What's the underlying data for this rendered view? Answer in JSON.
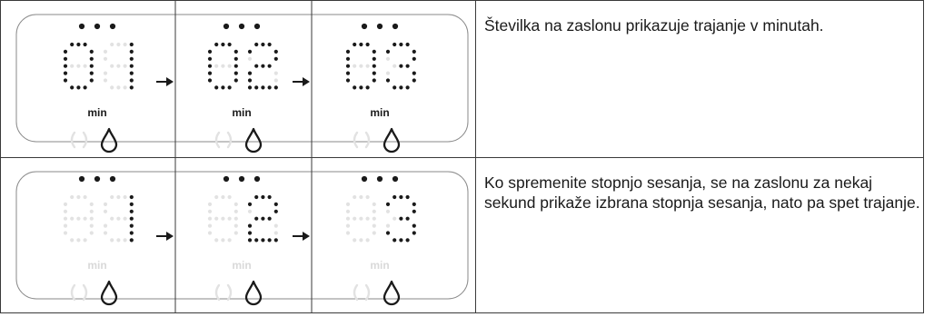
{
  "colors": {
    "dot_on": "#1a1a1a",
    "dot_off": "#e2e2e2",
    "label_off": "#d9d9d9",
    "line": "#3a3a3a"
  },
  "rows": [
    {
      "text": "Številka na zaslonu prikazuje trajanje v minutah.",
      "unit_label": "min",
      "unit_lit": true,
      "panels": [
        {
          "digits": "01",
          "lit": "both"
        },
        {
          "digits": "02",
          "lit": "both"
        },
        {
          "digits": "03",
          "lit": "both"
        }
      ]
    },
    {
      "text": "Ko spremenite stopnjo sesanja, se na zaslonu za nekaj sekund prikaže izbrana stopnja sesanja, nato pa spet trajanje.",
      "unit_label": "min",
      "unit_lit": false,
      "panels": [
        {
          "digits": "01",
          "lit": "second"
        },
        {
          "digits": "02",
          "lit": "second"
        },
        {
          "digits": "03",
          "lit": "second"
        }
      ]
    }
  ],
  "icons": [
    "dots-indicator-icon",
    "arrow-right-icon",
    "suction-level-icon",
    "droplet-icon"
  ]
}
